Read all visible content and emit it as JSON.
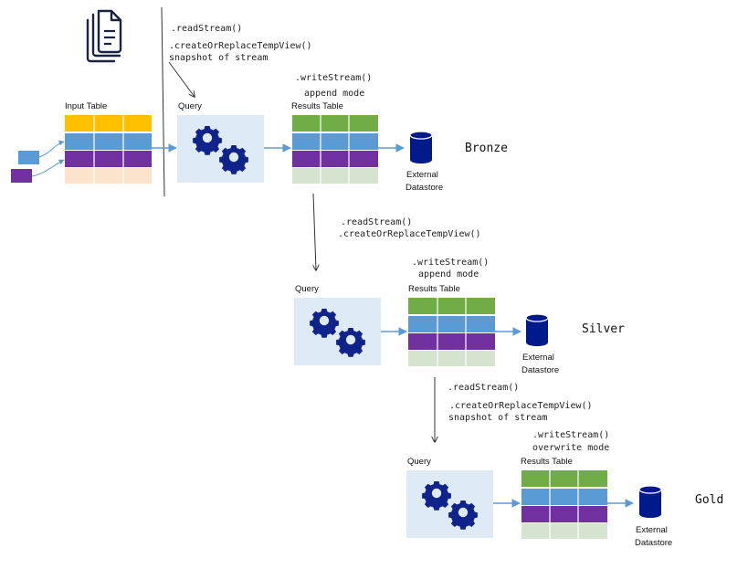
{
  "input": {
    "label": "Input Table",
    "doc_icon": "document-stack-icon"
  },
  "stages": [
    {
      "id": "bronze",
      "tier": "Bronze",
      "query_label": "Query",
      "results_label": "Results Table",
      "datastore_line1": "External",
      "datastore_line2": "Datastore",
      "read_stream": ".readStream()",
      "temp_view": ".createOrReplaceTempView()",
      "snapshot": "snapshot of stream",
      "write_stream": ".writeStream()",
      "write_mode": "append mode"
    },
    {
      "id": "silver",
      "tier": "Silver",
      "query_label": "Query",
      "results_label": "Results Table",
      "datastore_line1": "External",
      "datastore_line2": "Datastore",
      "read_stream": ".readStream()",
      "temp_view": ".createOrReplaceTempView()",
      "write_stream": ".writeStream()",
      "write_mode": "append mode"
    },
    {
      "id": "gold",
      "tier": "Gold",
      "query_label": "Query",
      "results_label": "Results Table",
      "datastore_line1": "External",
      "datastore_line2": "Datastore",
      "read_stream": ".readStream()",
      "temp_view": ".createOrReplaceTempView()",
      "snapshot": "snapshot of stream",
      "write_stream": ".writeStream()",
      "write_mode": "overwrite mode"
    }
  ],
  "colors": {
    "yellow": "#FFC000",
    "blue": "#5B9BD5",
    "purple": "#7030A0",
    "peach": "#FCE4CC",
    "green": "#70AD47",
    "sage": "#D6E3CF",
    "query_box": "#DEEAF6",
    "gear": "#10238A",
    "cylinder": "#001A8C",
    "arrow": "#5B9BD5",
    "line": "#333333"
  }
}
